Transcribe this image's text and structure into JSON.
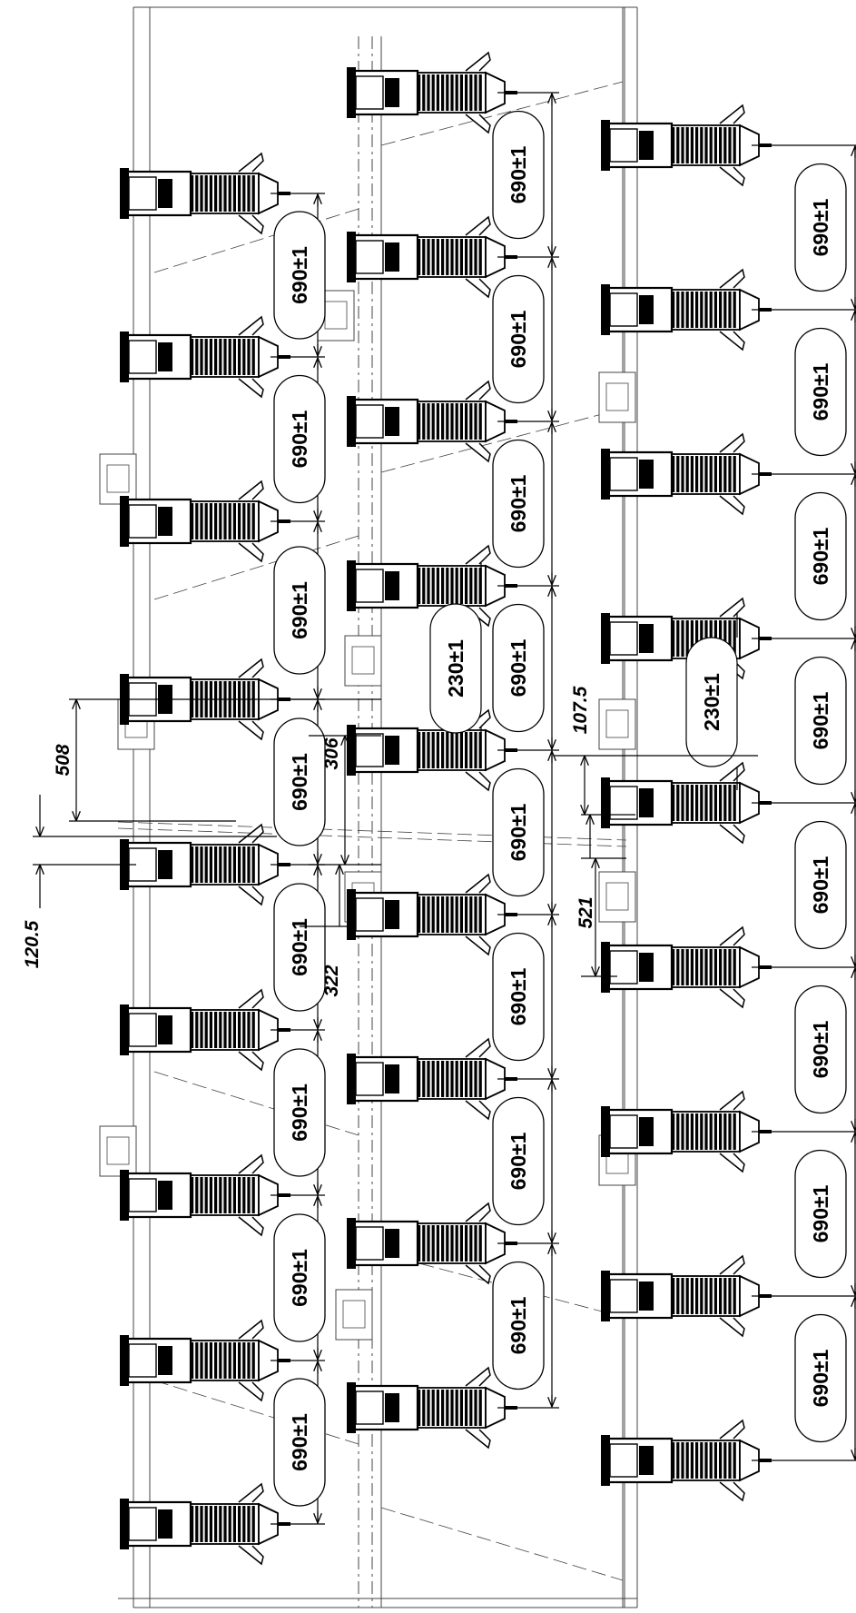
{
  "colors": {
    "line": "#000000",
    "background": "#ffffff",
    "frame": "#444444"
  },
  "icons": {
    "tine": "spring-tine-icon",
    "bracket": "frame-bracket-icon"
  },
  "row_a": {
    "spacing_label": "690±1",
    "spacing_count": 8,
    "tine_count": 9
  },
  "row_b": {
    "spacing_label": "690±1",
    "spacing_count": 8,
    "tine_count": 9
  },
  "row_c": {
    "spacing_label": "690±1",
    "spacing_count": 8,
    "tine_count": 9
  },
  "offsets": {
    "left_offset": "230±1",
    "right_offset": "230±1",
    "dim_508": "508",
    "dim_306": "306",
    "dim_322": "322",
    "dim_120_5": "120.5",
    "dim_107_5": "107.5",
    "dim_521": "521"
  }
}
